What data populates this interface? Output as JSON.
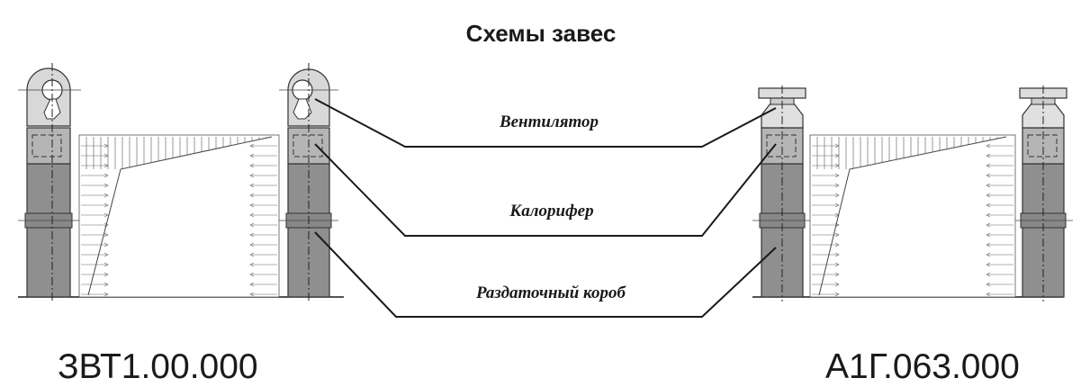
{
  "title": "Схемы завес",
  "labels": {
    "fan": "Вентилятор",
    "heater": "Калорифер",
    "duct": "Раздаточный короб"
  },
  "models": {
    "left": "ЗВТ1.00.000",
    "right": "А1Г.063.000"
  }
}
